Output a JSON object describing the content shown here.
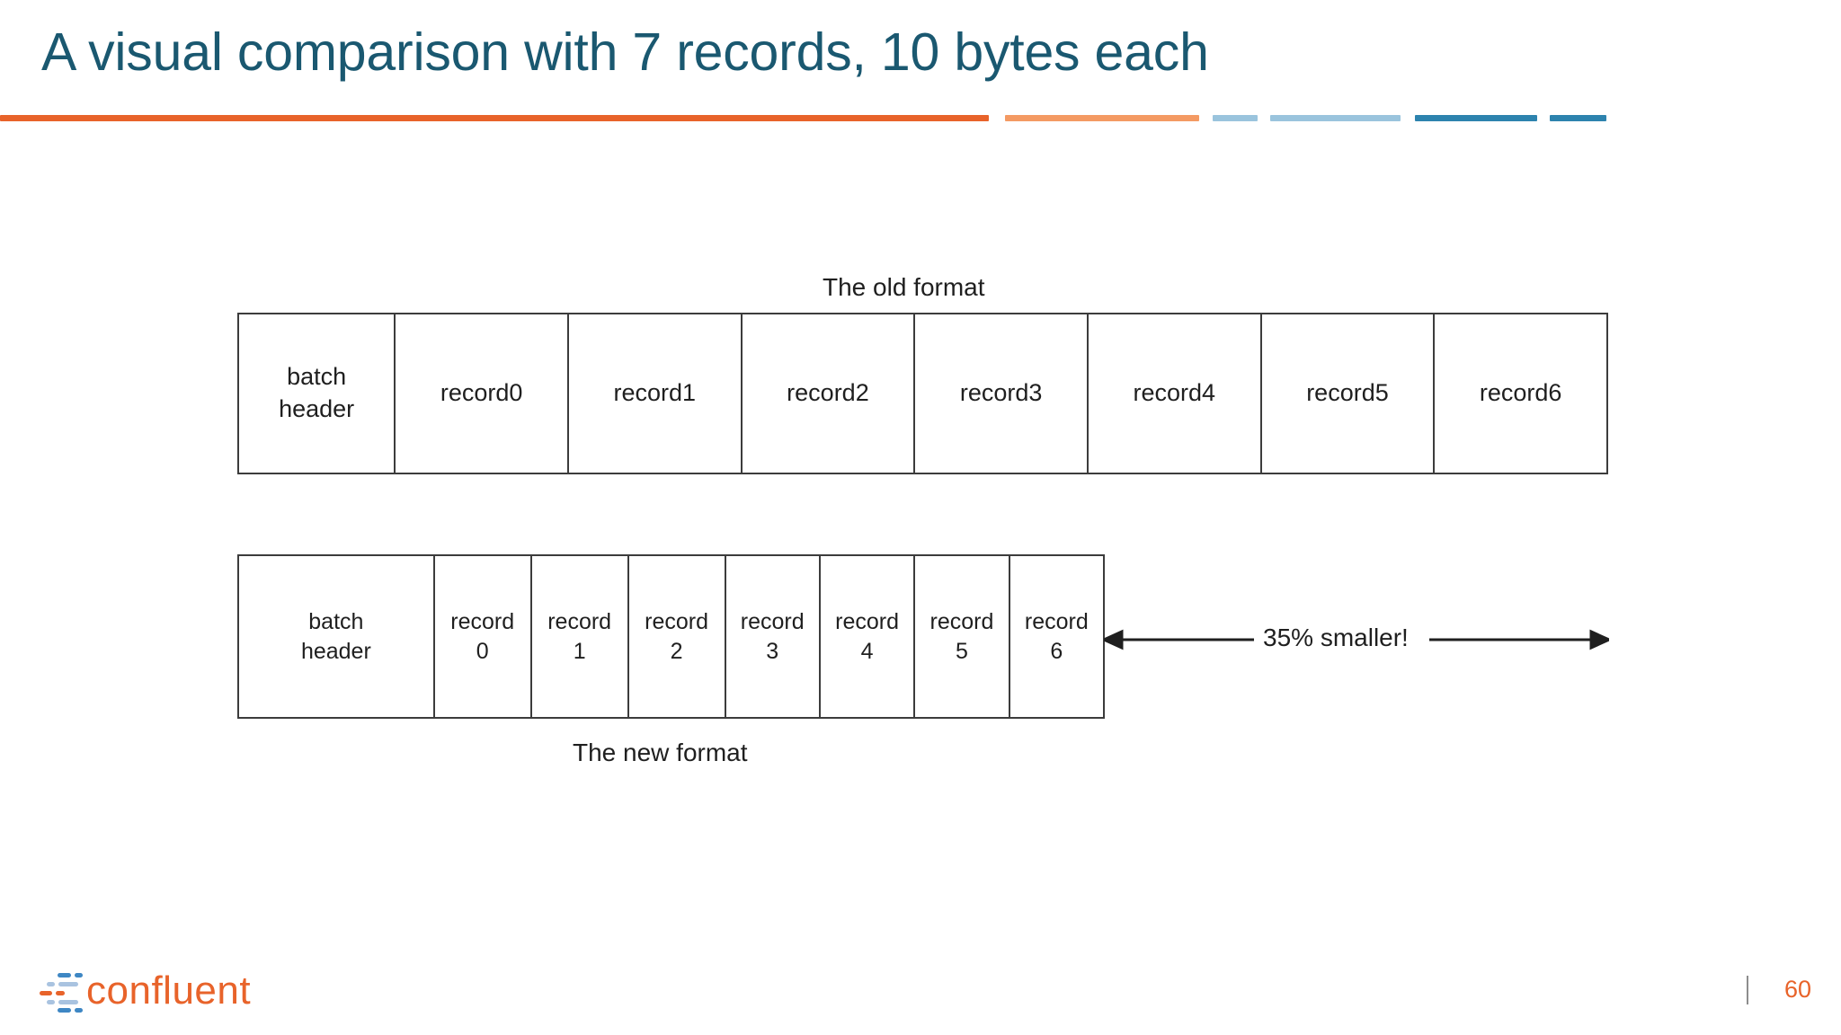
{
  "slide": {
    "title": "A visual comparison with 7 records, 10 bytes each",
    "title_color": "#1A5870",
    "background": "#ffffff",
    "page_number": "60"
  },
  "rule": {
    "segments": [
      {
        "name": "main-orange",
        "color": "#E8632A"
      },
      {
        "name": "light-orange",
        "color": "#F49A63"
      },
      {
        "name": "light-blue-short",
        "color": "#9AC4DD"
      },
      {
        "name": "light-blue-long",
        "color": "#9AC4DD"
      },
      {
        "name": "dark-blue-long",
        "color": "#2D83AE"
      },
      {
        "name": "dark-blue-short",
        "color": "#2D83AE"
      }
    ]
  },
  "diagram": {
    "old_format": {
      "label": "The old format",
      "boxes": [
        {
          "text": "batch\nheader",
          "flex": 131
        },
        {
          "text": "record0",
          "flex": 145
        },
        {
          "text": "record1",
          "flex": 145
        },
        {
          "text": "record2",
          "flex": 145
        },
        {
          "text": "record3",
          "flex": 145
        },
        {
          "text": "record4",
          "flex": 145
        },
        {
          "text": "record5",
          "flex": 145
        },
        {
          "text": "record6",
          "flex": 145
        }
      ]
    },
    "new_format": {
      "label": "The new format",
      "boxes": [
        {
          "text": "batch\nheader",
          "flex": 167
        },
        {
          "text": "record\n0",
          "flex": 82
        },
        {
          "text": "record\n1",
          "flex": 82
        },
        {
          "text": "record\n2",
          "flex": 82
        },
        {
          "text": "record\n3",
          "flex": 80
        },
        {
          "text": "record\n4",
          "flex": 80
        },
        {
          "text": "record\n5",
          "flex": 80
        },
        {
          "text": "record\n6",
          "flex": 80
        }
      ]
    },
    "annotation": {
      "text": "35% smaller!",
      "arrow": "double-headed-horizontal-arrow",
      "stroke": "#1F1F1F"
    },
    "box_stroke": "#3C3C3C",
    "text_color": "#1F1F1F"
  },
  "footer": {
    "logo": {
      "wordmark": "confluent",
      "wordmark_color": "#E8632A",
      "mark_colors": {
        "blue": "#3E87C4",
        "light_blue": "#A9C3E0",
        "orange": "#E8632A"
      }
    }
  }
}
